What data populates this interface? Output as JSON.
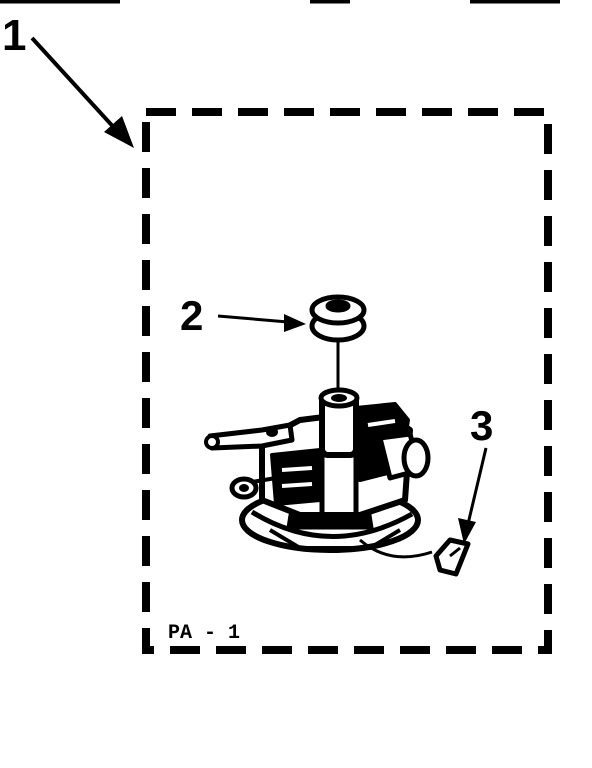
{
  "diagram": {
    "callouts": {
      "assembly": "1",
      "pulley": "2",
      "clip": "3"
    },
    "kit_code": "PA - 1",
    "colors": {
      "ink": "#000000",
      "paper": "#ffffff"
    }
  }
}
